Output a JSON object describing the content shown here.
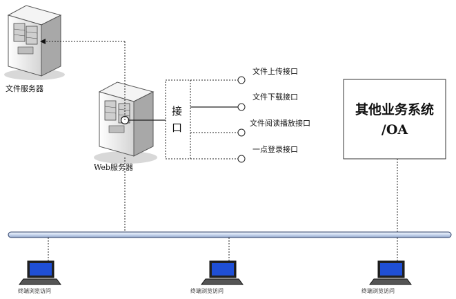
{
  "nodes": {
    "file_server": {
      "label": "文件服务器"
    },
    "web_server": {
      "label": "Web服务器"
    },
    "interface": {
      "label_line1": "接",
      "label_line2": "口"
    },
    "other_system": {
      "label_line1": "其他业务系统",
      "label_line2": "/OA"
    }
  },
  "ports": [
    {
      "label": "文件上传接口"
    },
    {
      "label": "文件下载接口"
    },
    {
      "label": "文件阅读播放接口"
    },
    {
      "label": "一点登录接口"
    }
  ],
  "clients": [
    {
      "label": "终端浏览访问"
    },
    {
      "label": "终端浏览访问"
    },
    {
      "label": "终端浏览访问"
    }
  ],
  "colors": {
    "server_body": "#eeeeee",
    "server_shadow": "#9a9a9a",
    "screen_blue": "#1f4fd6",
    "bus": "#c9d7ee"
  }
}
